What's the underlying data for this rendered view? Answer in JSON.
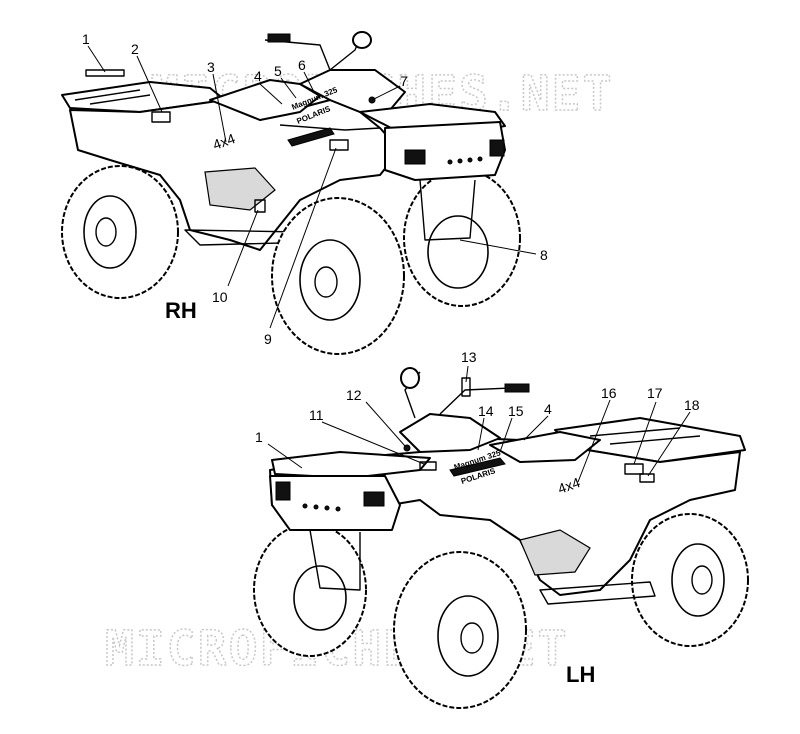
{
  "watermarks": [
    "MICROFICHES.NET",
    "MICROFICHES.NET"
  ],
  "views": [
    {
      "id": "rh",
      "side_label": "RH"
    },
    {
      "id": "lh",
      "side_label": "LH"
    }
  ],
  "callouts_rh": [
    "1",
    "2",
    "3",
    "4",
    "5",
    "6",
    "7",
    "8",
    "9",
    "10"
  ],
  "callouts_lh": [
    "1",
    "11",
    "12",
    "13",
    "14",
    "15",
    "4",
    "16",
    "17",
    "18"
  ],
  "decal_text": {
    "badge_4x4": "4x4",
    "model": "Magnum 325",
    "brand": "POLARIS"
  }
}
